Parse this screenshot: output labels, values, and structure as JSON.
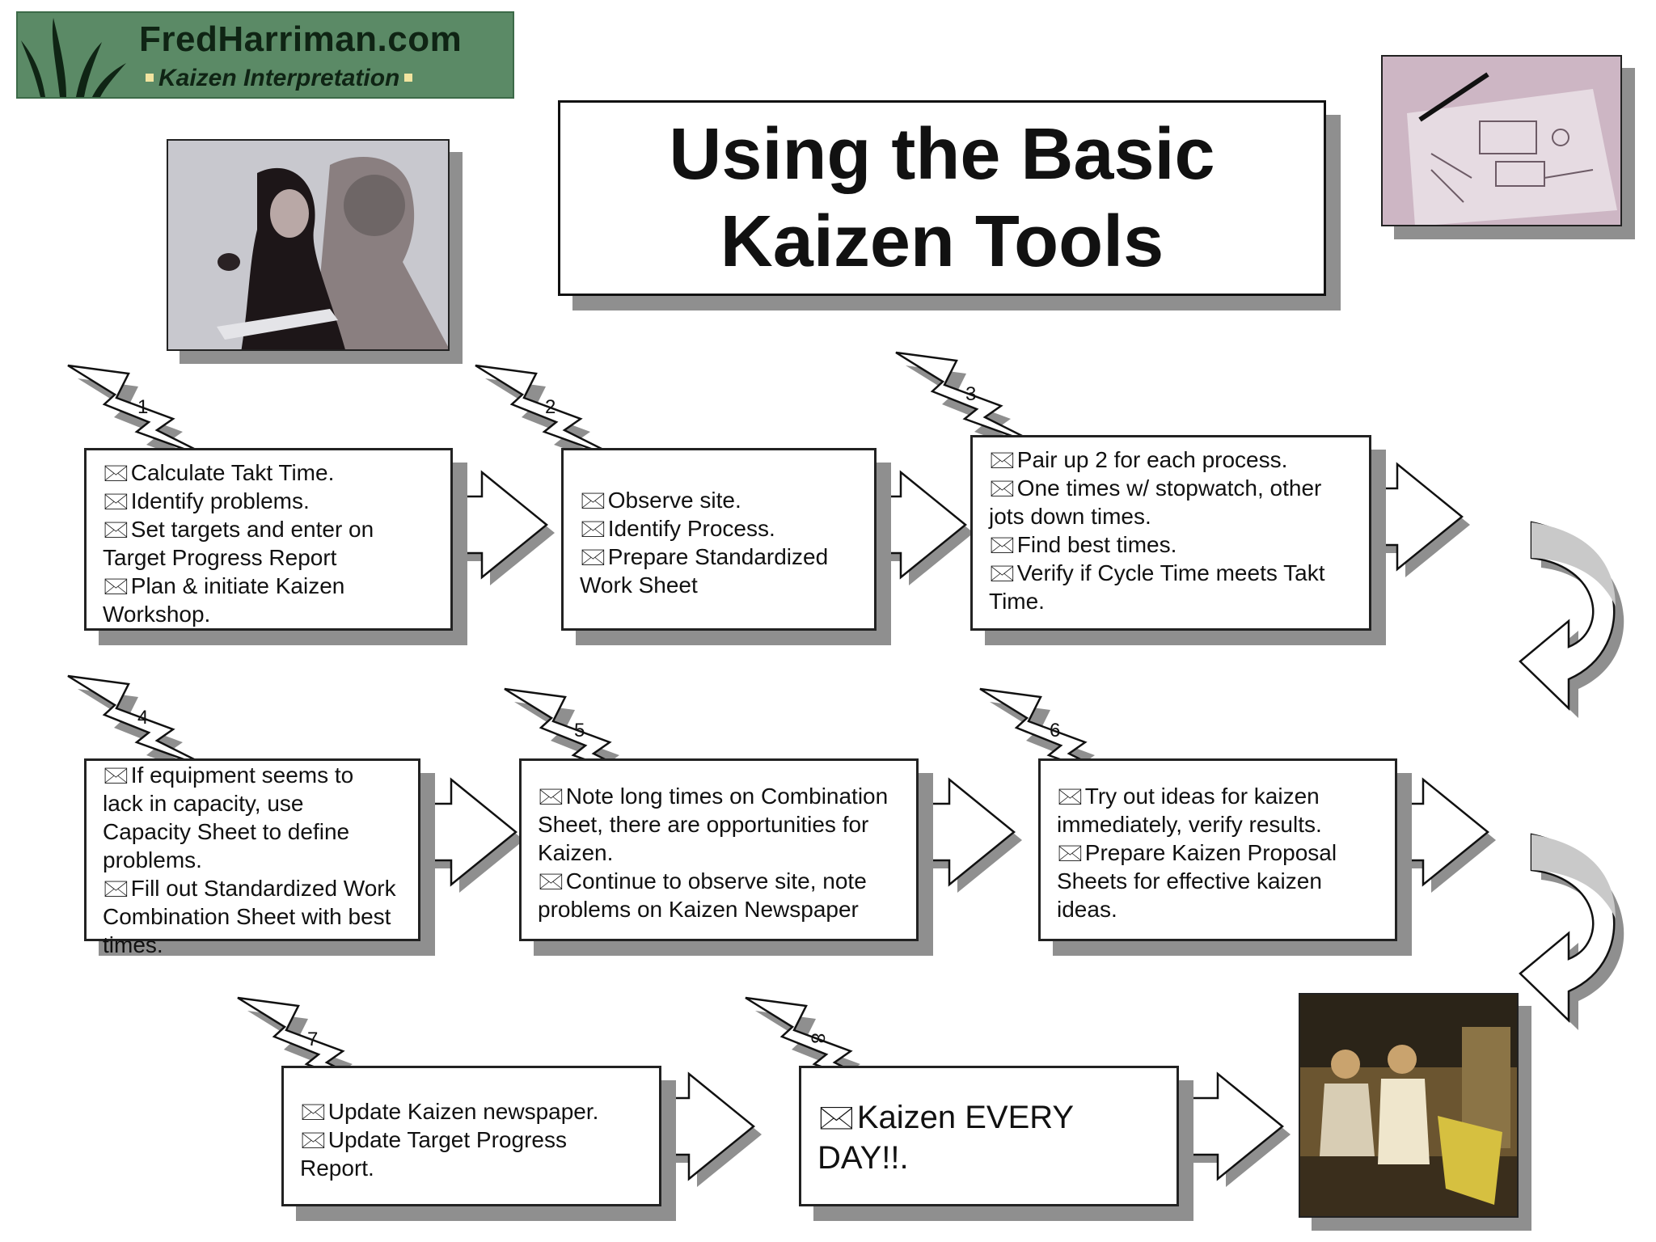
{
  "logo": {
    "site": "FredHarriman.com",
    "tagline": "Kaizen Interpretation",
    "colors": {
      "background": "#5b8a66",
      "text": "#0f2414"
    }
  },
  "title": {
    "text": "Using the Basic\nKaizen Tools"
  },
  "icons": {
    "bullet": "envelope-icon",
    "step_marker": "lightning-bolt-icon",
    "connector": "block-arrow-icon",
    "row_transition": "curved-arrow-icon"
  },
  "bullet_glyph": "🖂",
  "steps": [
    {
      "number": "1",
      "lines": [
        "Calculate Takt Time.",
        "Identify problems.",
        "Set targets and enter on\nTarget Progress Report",
        "Plan & initiate Kaizen\nWorkshop."
      ]
    },
    {
      "number": "2",
      "lines": [
        "Observe site.",
        "Identify Process.",
        "Prepare Standardized\nWork Sheet"
      ]
    },
    {
      "number": "3",
      "lines": [
        "Pair up 2 for each process.",
        "One times w/ stopwatch, other\njots down times.",
        "Find best times.",
        "Verify if Cycle Time meets Takt\nTime."
      ]
    },
    {
      "number": "4",
      "lines": [
        "If equipment seems to\nlack in capacity, use\nCapacity Sheet to define\nproblems.",
        "Fill out Standardized Work\nCombination Sheet with best\ntimes."
      ]
    },
    {
      "number": "5",
      "lines": [
        "Note long times on Combination\nSheet, there are opportunities for\nKaizen.",
        "Continue to observe site, note\nproblems on Kaizen Newspaper"
      ]
    },
    {
      "number": "6",
      "lines": [
        "Try out ideas for kaizen\nimmediately, verify results.",
        "Prepare Kaizen Proposal\nSheets for effective kaizen\nideas."
      ]
    },
    {
      "number": "7",
      "lines": [
        "Update Kaizen newspaper.",
        "Update Target Progress\nReport."
      ]
    },
    {
      "number": "8",
      "lines": [
        "Kaizen EVERY\nDAY!!."
      ]
    }
  ]
}
